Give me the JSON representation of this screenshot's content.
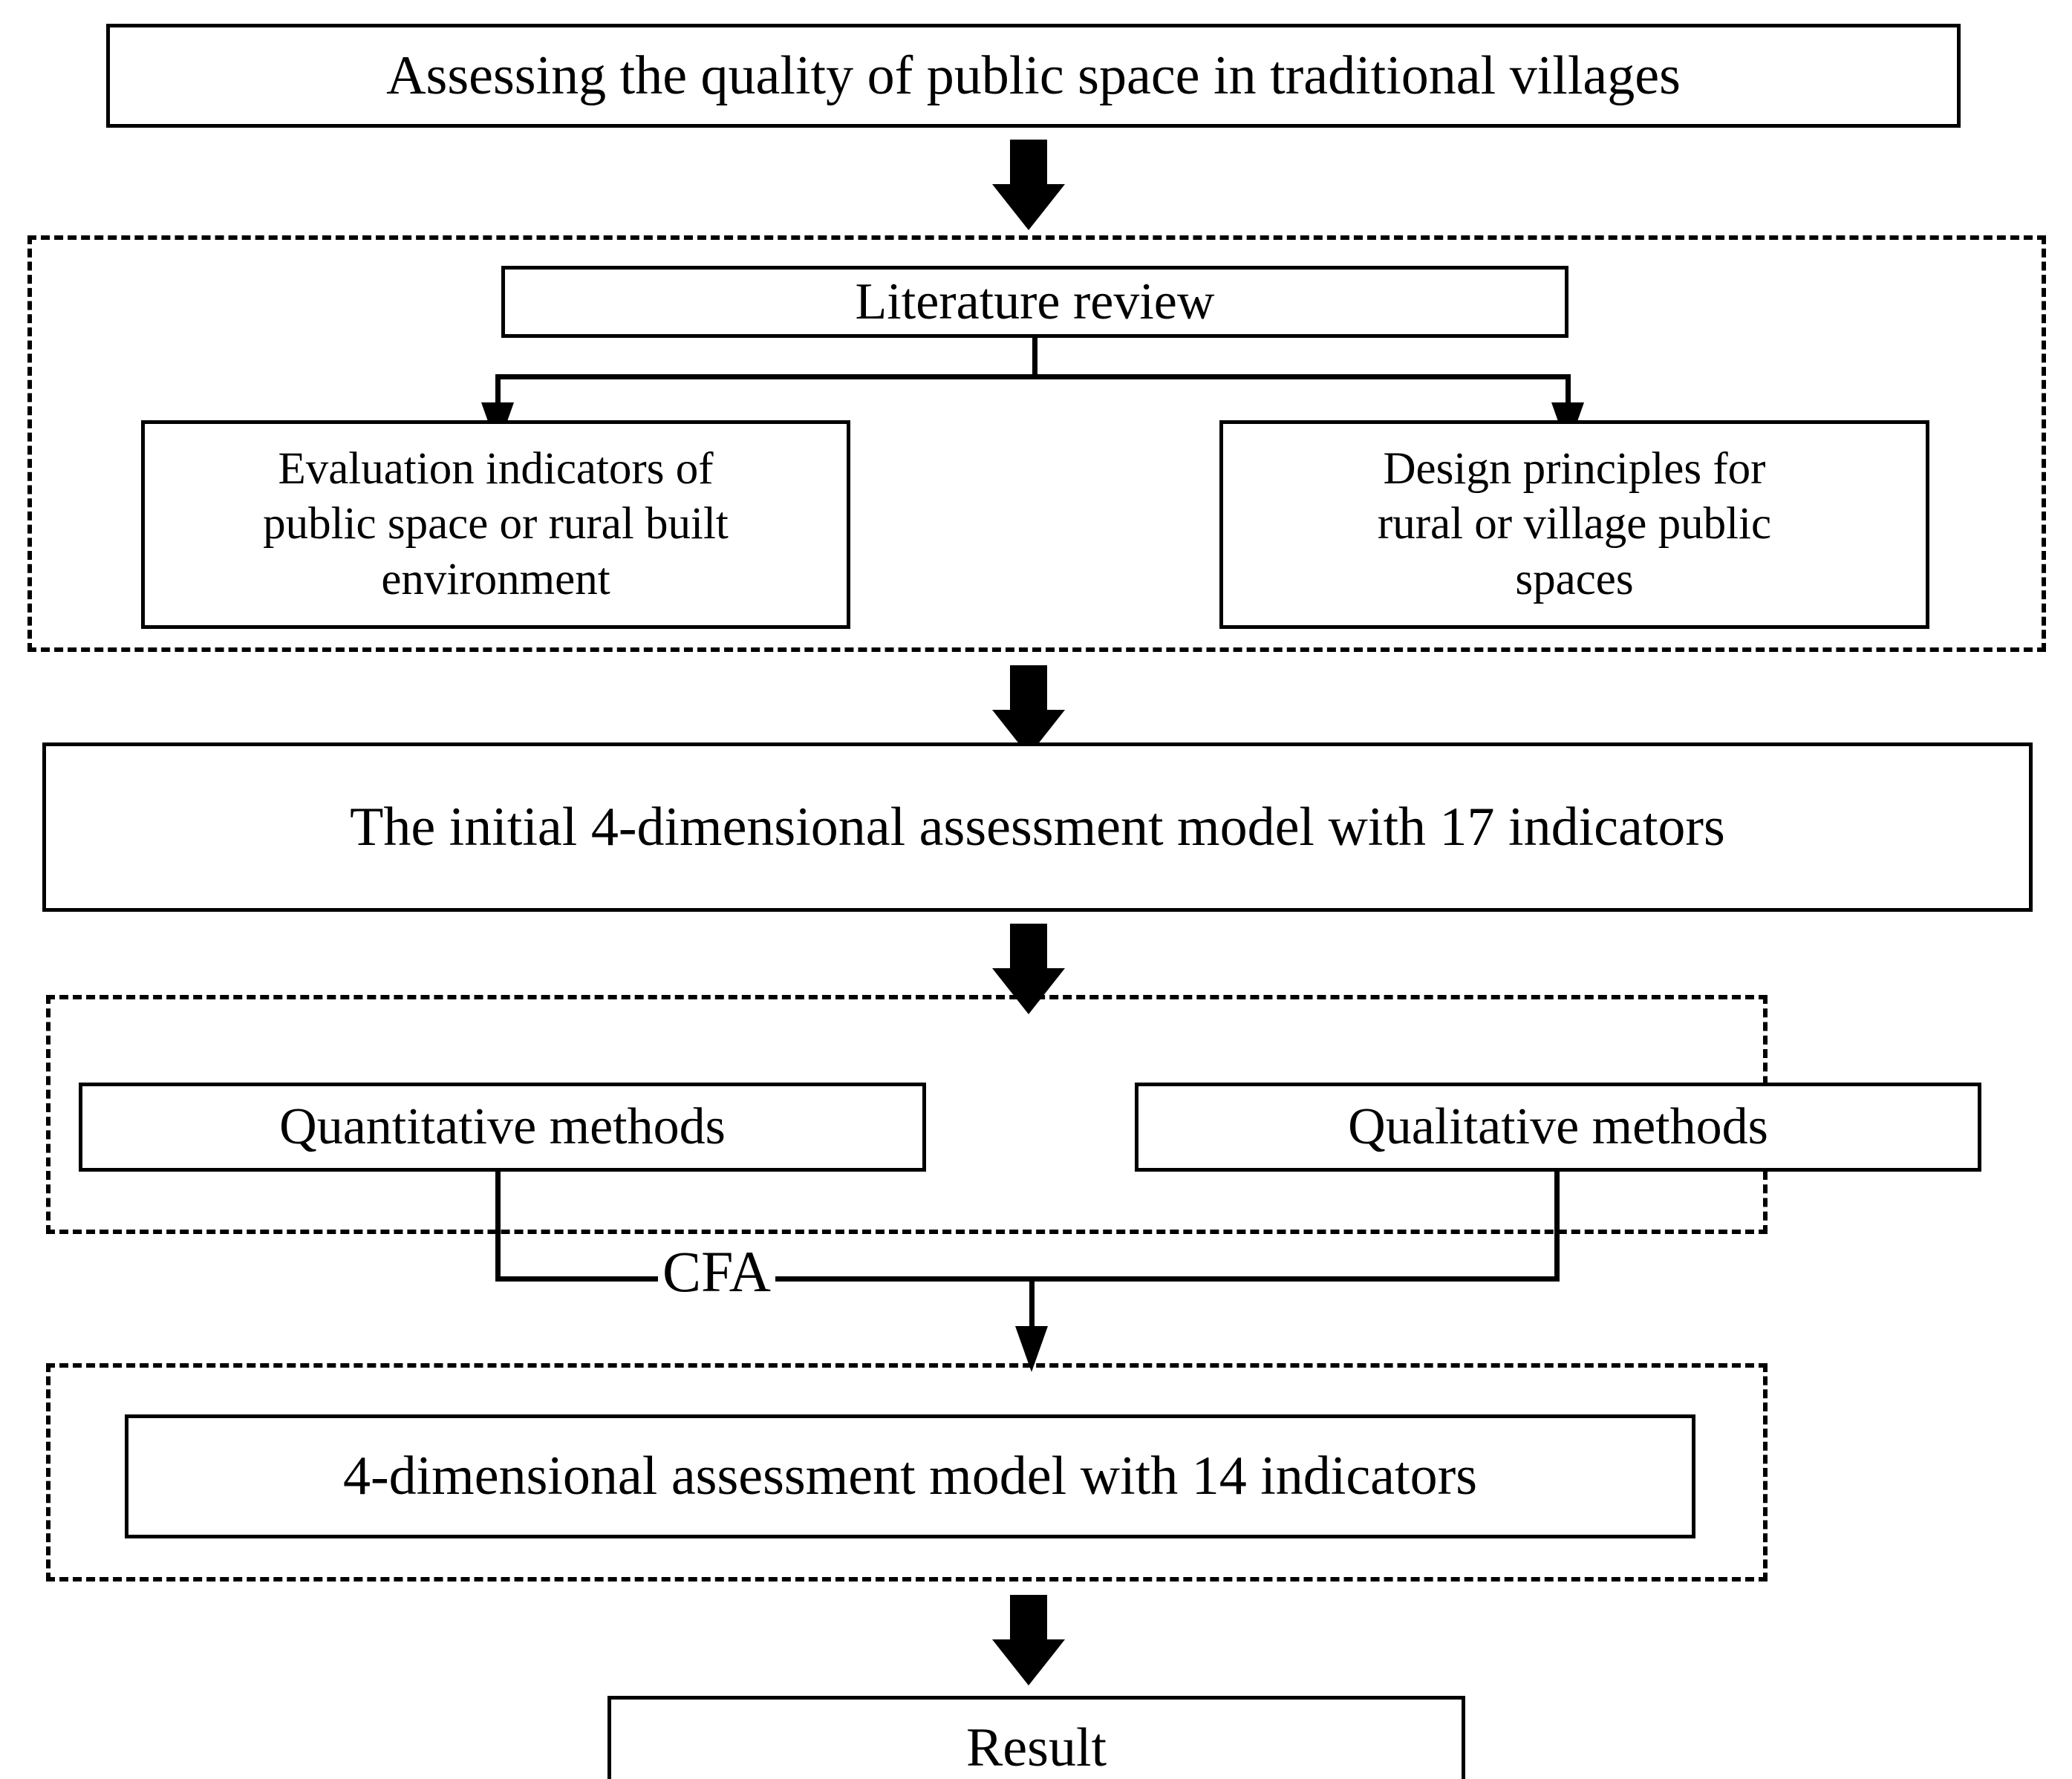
{
  "diagram": {
    "title_box": {
      "label": "Assessing the quality of public space in traditional villages"
    },
    "stage_literature": {
      "review_box": {
        "label": "Literature review"
      },
      "left_box": {
        "label": "Evaluation indicators of\npublic space or rural built\nenvironment"
      },
      "right_box": {
        "label": "Design principles for\nrural or village public\nspaces"
      }
    },
    "initial_model_box": {
      "label": "The initial 4-dimensional assessment model with 17 indicators"
    },
    "stage_methods": {
      "quantitative_box": {
        "label": "Quantitative methods"
      },
      "qualitative_box": {
        "label": "Qualitative methods"
      },
      "merge_label": "CFA"
    },
    "stage_final": {
      "final_model_box": {
        "label": "4-dimensional assessment model with 14 indicators"
      }
    },
    "result_box": {
      "label": "Result"
    },
    "colors": {
      "stroke": "#000000",
      "fill": "#ffffff",
      "text": "#000000"
    }
  }
}
